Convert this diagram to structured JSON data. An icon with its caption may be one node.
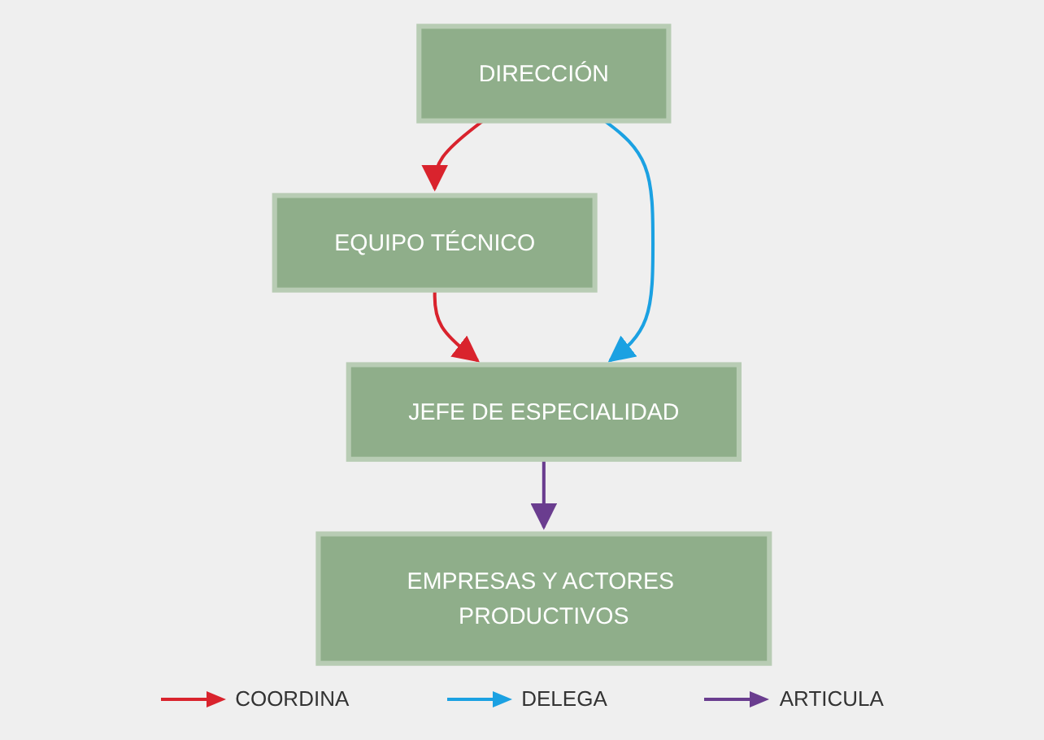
{
  "diagram": {
    "nodes": [
      {
        "text": [
          "DIRECCIÓN"
        ]
      },
      {
        "text": [
          "EQUIPO TÉCNICO"
        ]
      },
      {
        "text": [
          "JEFE DE ESPECIALIDAD"
        ]
      },
      {
        "text": [
          "EMPRESAS Y ACTORES PRODUCTIVOS"
        ]
      }
    ],
    "edges": [
      {
        "from": 0,
        "to": 1,
        "arrow": "to"
      },
      {
        "from": 1,
        "to": 2,
        "arrow": "to"
      },
      {
        "from": 0,
        "to": 2,
        "arrow": "to",
        "color": "#1ba1e2"
      },
      {
        "from": 2,
        "to": 3,
        "arrow": "to",
        "color": "#6a3d8f"
      }
    ],
    "legend": [
      {
        "text": "COORDINA"
      },
      {
        "text": "DELEGA"
      },
      {
        "text": "ARTICULA"
      }
    ]
  }
}
